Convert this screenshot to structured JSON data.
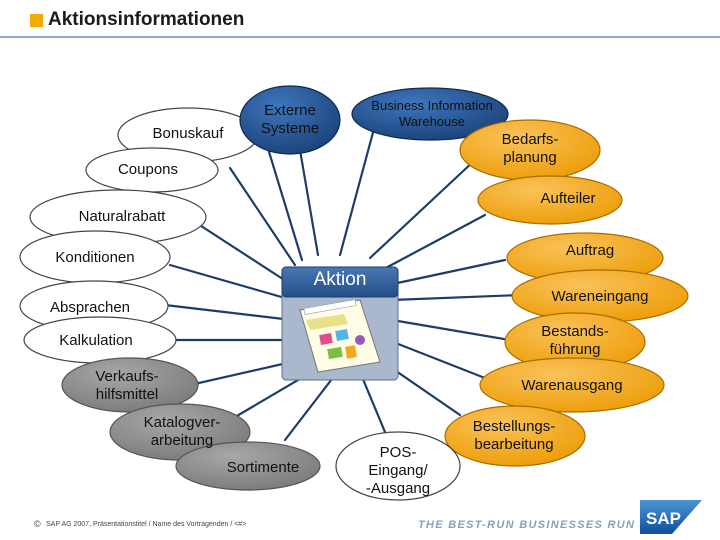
{
  "header": {
    "title": "Aktionsinformationen"
  },
  "center": {
    "label": "Aktion"
  },
  "nodes": {
    "bonuskauf": "Bonuskauf",
    "externe_systeme": "Externe\nSysteme",
    "business_information_warehouse": "Business Information\nWarehouse",
    "bedarfsplanung": "Bedarfs-\nplanung",
    "coupons": "Coupons",
    "aufteiler": "Aufteiler",
    "naturalrabatt": "Naturalrabatt",
    "konditionen": "Konditionen",
    "auftrag": "Auftrag",
    "absprachen": "Absprachen",
    "wareneingang": "Wareneingang",
    "kalkulation": "Kalkulation",
    "bestandsfuehrung": "Bestands-\nführung",
    "verkaufshilfsmittel": "Verkaufs-\nhilfsmittel",
    "warenausgang": "Warenausgang",
    "katalogverarbeitung": "Katalogver-\narbeitung",
    "bestellungsbearbeitung": "Bestellungs-\nbearbeitung",
    "sortimente": "Sortimente",
    "pos": "POS-\nEingang/\n-Ausgang"
  },
  "footer": {
    "copyright_symbol": "©",
    "copyright": "SAP AG 2007, Präsentationstitel / Name des Vortragenden / <#>",
    "tagline": "THE BEST-RUN BUSINESSES RUN SAP",
    "logo": "SAP"
  },
  "colors": {
    "accent": "#f0ab00",
    "orange_fill": "#f2a60d",
    "dark_fill": "#1f4f8c",
    "gray_fill": "#8c8c8c",
    "white_fill": "#ffffff",
    "center_fill": "#2f5d99"
  },
  "icons": {
    "center": "document-chart-icon",
    "logo": "sap-logo"
  }
}
